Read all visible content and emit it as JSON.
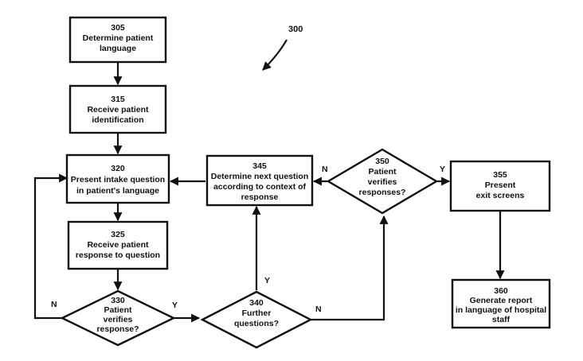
{
  "figure_label": "300",
  "nodes": {
    "n305": {
      "id": "305",
      "lines": [
        "Determine patient",
        "language"
      ]
    },
    "n315": {
      "id": "315",
      "lines": [
        "Receive patient",
        "identification"
      ]
    },
    "n320": {
      "id": "320",
      "lines": [
        "Present intake question",
        "in patient's language"
      ]
    },
    "n325": {
      "id": "325",
      "lines": [
        "Receive patient",
        "response to question"
      ]
    },
    "n330": {
      "id": "330",
      "lines": [
        "Patient",
        "verifies",
        "response?"
      ]
    },
    "n340": {
      "id": "340",
      "lines": [
        "Further",
        "questions?"
      ]
    },
    "n345": {
      "id": "345",
      "lines": [
        "Determine next question",
        "according to context of",
        "response"
      ]
    },
    "n350": {
      "id": "350",
      "lines": [
        "Patient",
        "verifies",
        "responses?"
      ]
    },
    "n355": {
      "id": "355",
      "lines": [
        "Present",
        "exit screens"
      ]
    },
    "n360": {
      "id": "360",
      "lines": [
        "Generate report",
        "in language of hospital",
        "staff"
      ]
    }
  },
  "edge_labels": {
    "n330_no": "N",
    "n330_yes": "Y",
    "n340_yes": "Y",
    "n340_no": "N",
    "n350_no": "N",
    "n350_yes": "Y"
  }
}
